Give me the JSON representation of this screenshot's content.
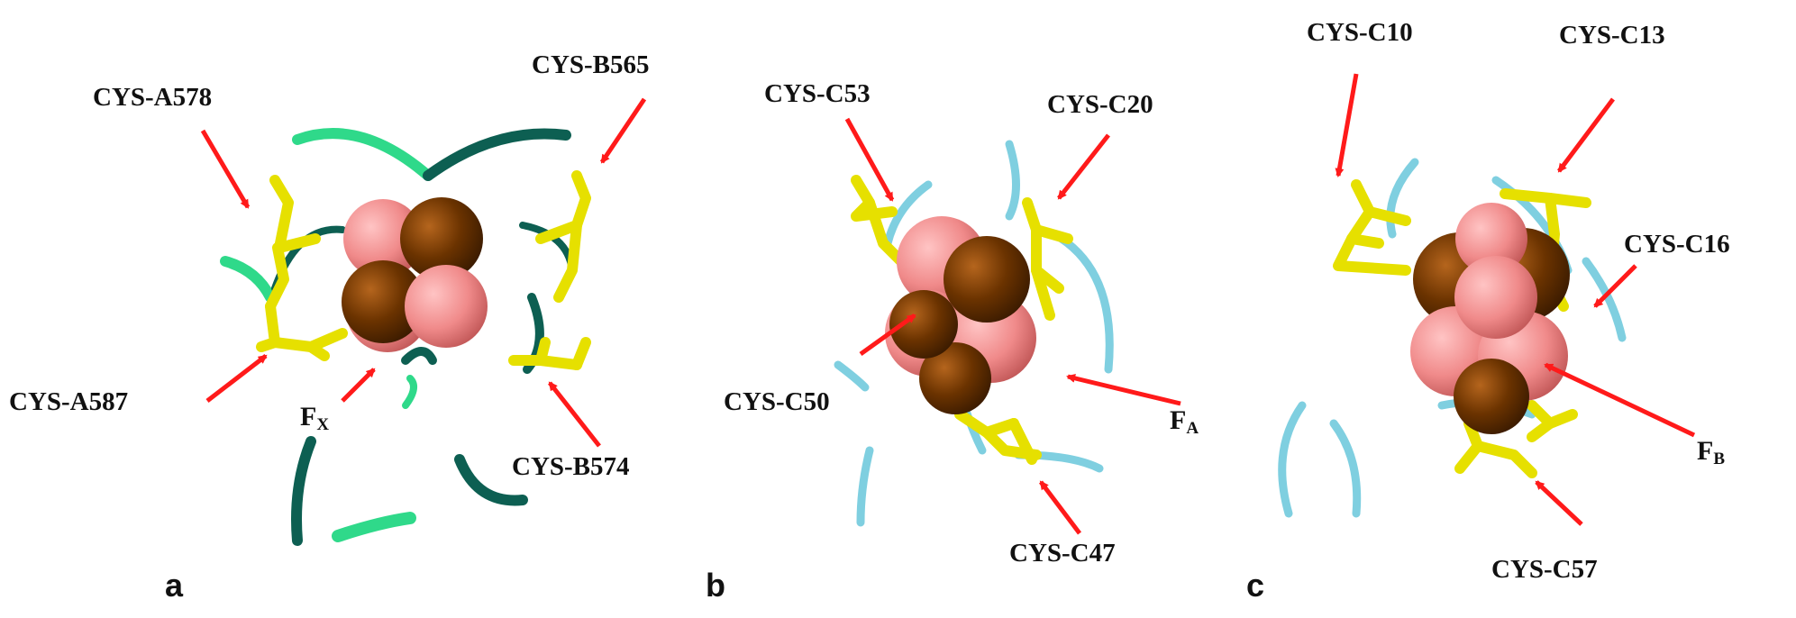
{
  "panels": [
    {
      "letter": "a",
      "labels": [
        "CYS-A578",
        "CYS-B565",
        "CYS-A587",
        "CYS-B574"
      ],
      "cluster": {
        "main": "F",
        "sub": "X"
      }
    },
    {
      "letter": "b",
      "labels": [
        "CYS-C53",
        "CYS-C20",
        "CYS-C50",
        "CYS-C47"
      ],
      "cluster": {
        "main": "F",
        "sub": "A"
      }
    },
    {
      "letter": "c",
      "labels": [
        "CYS-C10",
        "CYS-C13",
        "CYS-C16",
        "CYS-C57"
      ],
      "cluster": {
        "main": "F",
        "sub": "B"
      }
    }
  ],
  "colors": {
    "arrow": "#ff1a1a",
    "iron": "#6b3300",
    "sulfur": "#f08a8a",
    "cysteine": "#e6e000",
    "ribbon_dark": "#0d5f52",
    "ribbon_light": "#2fd98a",
    "ribbon_cyan": "#7fcfe0"
  }
}
